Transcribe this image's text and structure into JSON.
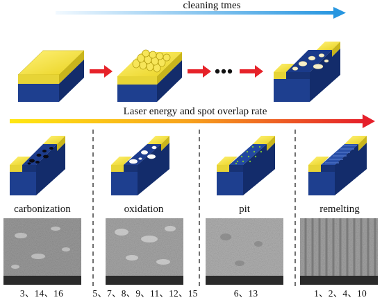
{
  "header": {
    "top_arrow_label": "cleaning tmes",
    "middle_arrow_label": "Laser energy and spot overlap rate"
  },
  "columns": [
    {
      "title": "carbonization",
      "samples": "3、14、16"
    },
    {
      "title": "oxidation",
      "samples": "5、7、8、9、11、12、15"
    },
    {
      "title": "pit",
      "samples": "6、13"
    },
    {
      "title": "remelting",
      "samples": "1、2、4、10"
    }
  ],
  "colors": {
    "arrow_start": "#dfefff",
    "arrow_end": "#2a9be3",
    "gradient_start": "#ffe30a",
    "gradient_end": "#e8232a",
    "step_arrow": "#e62229",
    "block_yellow": "#f0e442",
    "block_blue": "#1d3c8a"
  }
}
